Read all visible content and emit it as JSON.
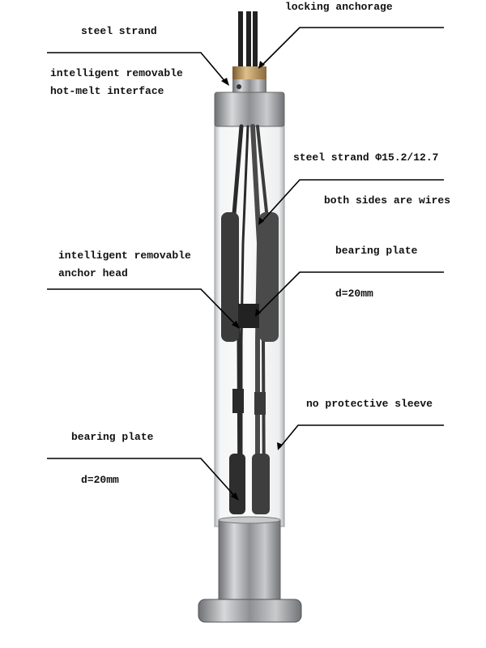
{
  "labels": {
    "steel_strand_top": "steel strand",
    "locking_anchorage": "locking anchorage",
    "hotmelt_line1": "intelligent removable",
    "hotmelt_line2": "hot-melt interface",
    "steel_strand_spec": "steel strand Φ15.2/12.7",
    "both_sides": "both sides are wires",
    "anchor_head_line1": "intelligent removable",
    "anchor_head_line2": "anchor head",
    "bearing_plate_right": "bearing plate",
    "d_right": "d=20mm",
    "no_sleeve": "no protective sleeve",
    "bearing_plate_left": "bearing plate",
    "d_left": "d=20mm"
  },
  "colors": {
    "metal": "#a9abad",
    "brass": "#b8955a",
    "strand": "#222222",
    "tube": "#e9eaec"
  }
}
